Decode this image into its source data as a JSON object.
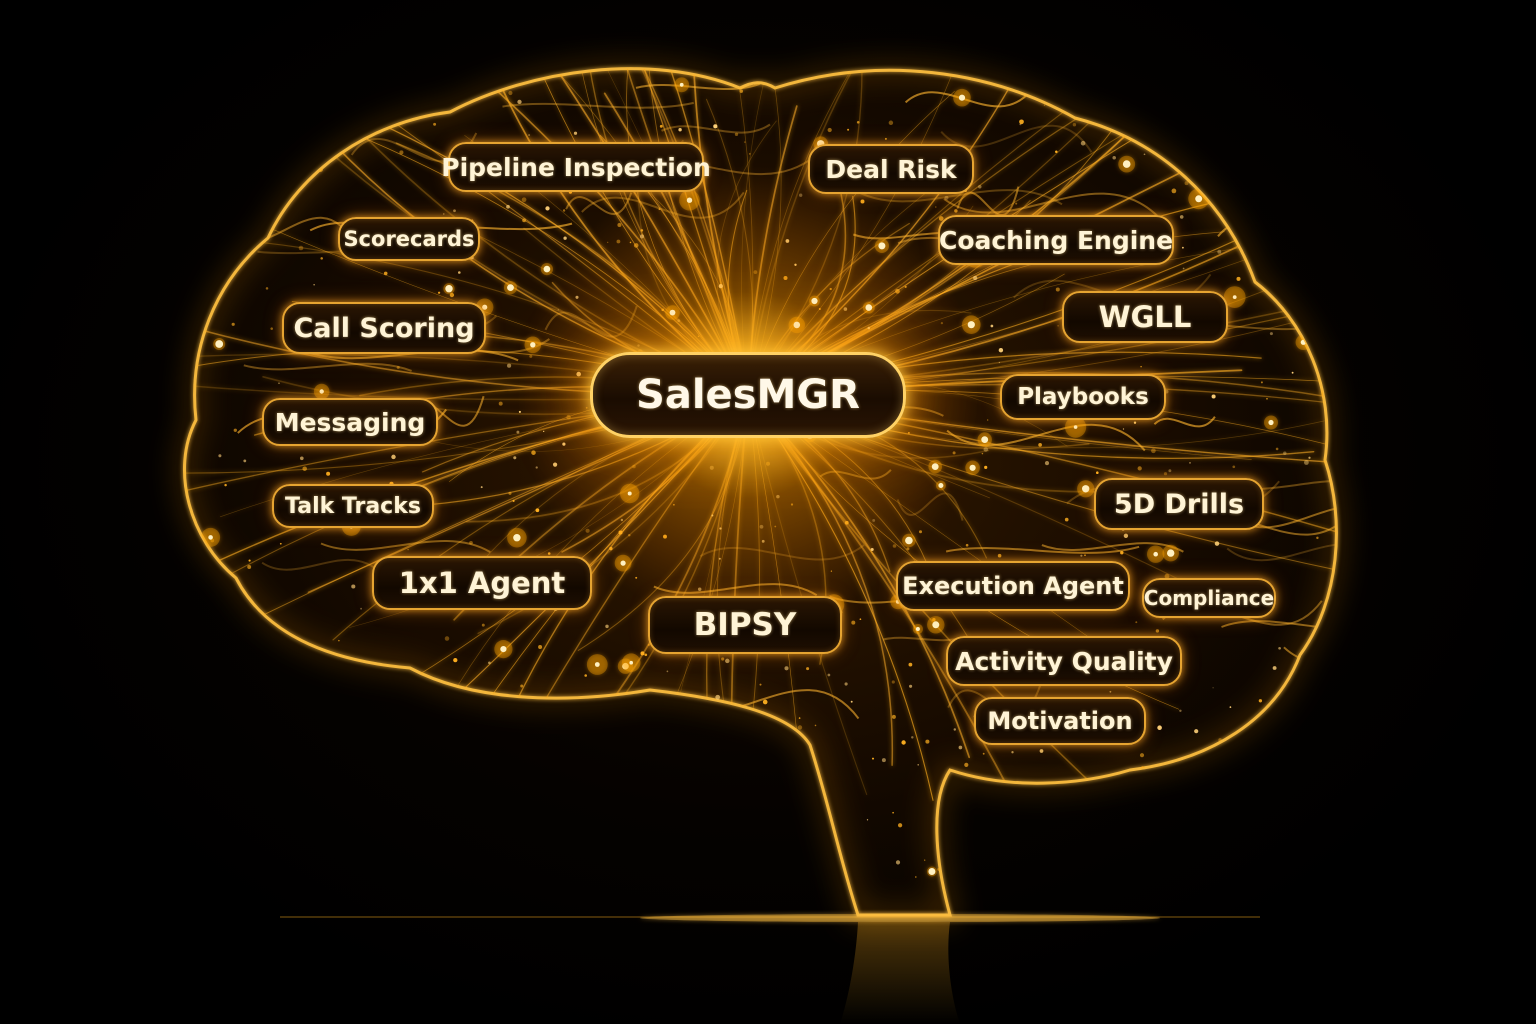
{
  "diagram": {
    "center_label": "SalesMGR",
    "nodes": [
      {
        "id": "pipeline-inspection",
        "label": "Pipeline Inspection"
      },
      {
        "id": "deal-risk",
        "label": "Deal Risk"
      },
      {
        "id": "scorecards",
        "label": "Scorecards"
      },
      {
        "id": "coaching-engine",
        "label": "Coaching Engine"
      },
      {
        "id": "call-scoring",
        "label": "Call Scoring"
      },
      {
        "id": "wgll",
        "label": "WGLL"
      },
      {
        "id": "playbooks",
        "label": "Playbooks"
      },
      {
        "id": "messaging",
        "label": "Messaging"
      },
      {
        "id": "talk-tracks",
        "label": "Talk Tracks"
      },
      {
        "id": "5d-drills",
        "label": "5D Drills"
      },
      {
        "id": "1x1-agent",
        "label": "1x1 Agent"
      },
      {
        "id": "execution-agent",
        "label": "Execution Agent"
      },
      {
        "id": "compliance",
        "label": "Compliance"
      },
      {
        "id": "bipsy",
        "label": "BIPSY"
      },
      {
        "id": "activity-quality",
        "label": "Activity Quality"
      },
      {
        "id": "motivation",
        "label": "Motivation"
      }
    ]
  },
  "colors": {
    "glow": "#ffb020",
    "node_border": "#e6a431",
    "center_border": "#ffd265",
    "text": "#fff4d6",
    "background": "#000000"
  }
}
